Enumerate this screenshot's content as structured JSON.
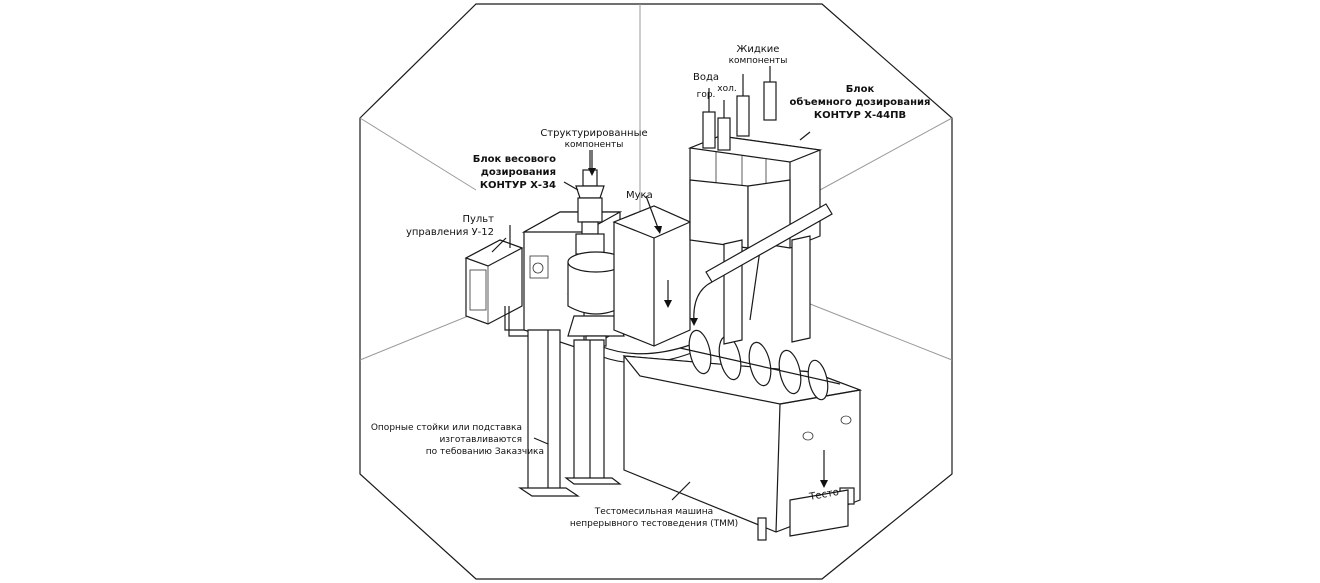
{
  "labels": {
    "structured": [
      "Структурированные",
      "компоненты"
    ],
    "weight_block": [
      "Блок весового",
      "дозирования",
      "КОНТУР Х-34"
    ],
    "flour": "Мука",
    "console": [
      "Пульт",
      "управления У-12"
    ],
    "liquid": [
      "Жидкие",
      "компоненты"
    ],
    "water": [
      "Вода",
      "гор."
    ],
    "cold": "хол.",
    "volume_block": [
      "Блок",
      "объемного дозирования",
      "КОНТУР Х-44ПВ"
    ],
    "stands": [
      "Опорные стойки или подставка",
      "изготавливаются",
      "по тебованию Заказчика"
    ],
    "dough": "Тесто",
    "machine": [
      "Тестомесильная машина",
      "непрерывного тестоведения (ТММ)"
    ]
  }
}
